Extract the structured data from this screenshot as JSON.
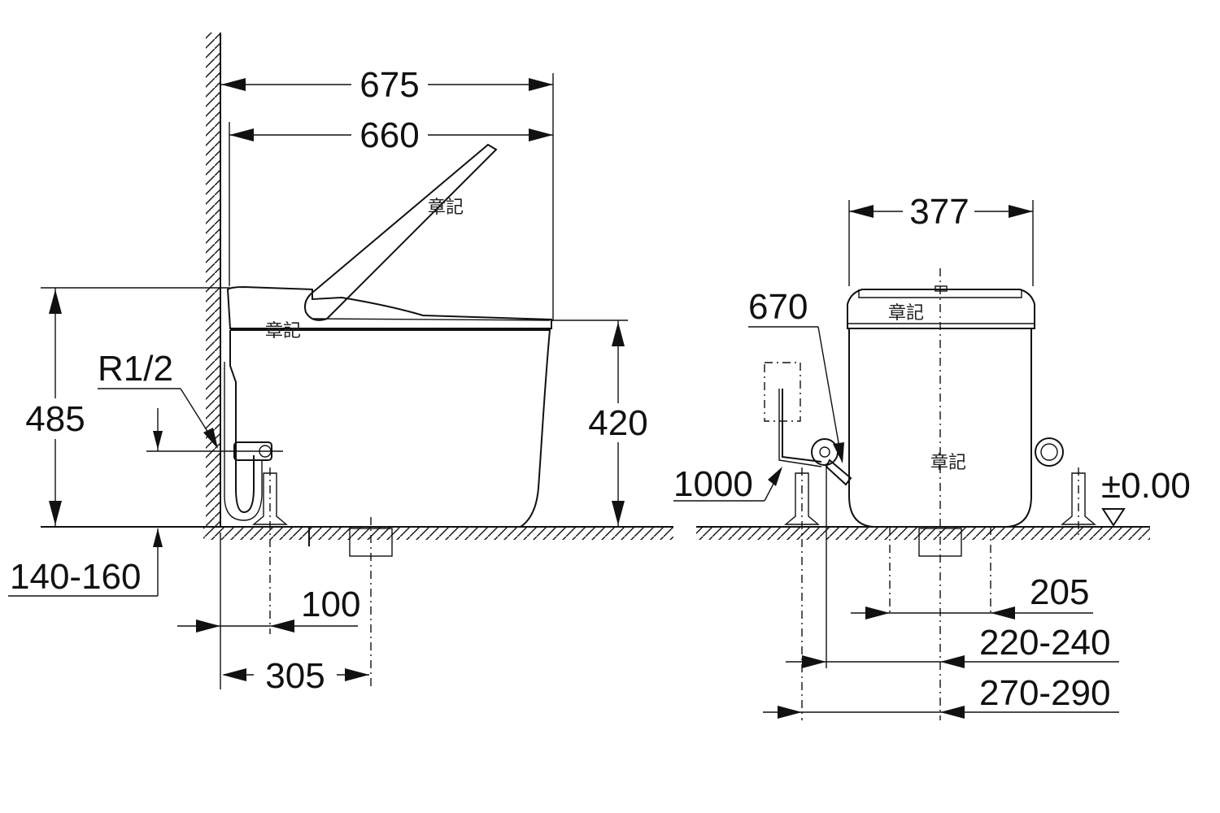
{
  "side_view": {
    "dim_overall_length": "675",
    "dim_seat_length": "660",
    "dim_total_height": "485",
    "dim_seat_height": "420",
    "dim_pipe_thread": "R1/2",
    "dim_supply_height": "140-160",
    "dim_supply_offset": "100",
    "dim_outlet_distance": "305",
    "watermark_lid": "章記",
    "watermark_seat": "章記"
  },
  "front_view": {
    "dim_width": "377",
    "dim_hose_length": "670",
    "dim_cable_length": "1000",
    "dim_floor_level": "±0.00",
    "dim_bolt_spacing": "205",
    "dim_supply_center_a": "220-240",
    "dim_supply_center_b": "270-290",
    "watermark_top": "章記",
    "watermark_body": "章記"
  }
}
